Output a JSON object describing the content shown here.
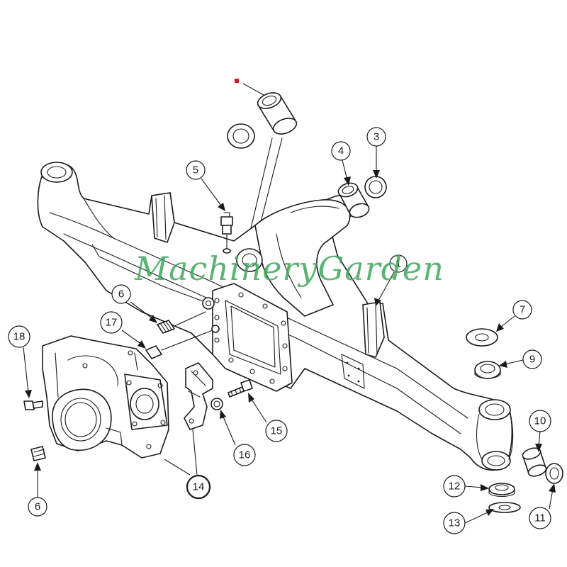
{
  "watermark": {
    "text": "MachineryGarden",
    "color": "#3fa65c"
  },
  "colors": {
    "line": "#1a1a1a",
    "marker": "#c0202a",
    "background": "#ffffff"
  },
  "callouts": [
    {
      "id": "c1",
      "label": "1",
      "bold": false
    },
    {
      "id": "c3",
      "label": "3",
      "bold": false
    },
    {
      "id": "c4",
      "label": "4",
      "bold": false
    },
    {
      "id": "c5",
      "label": "5",
      "bold": false
    },
    {
      "id": "c6a",
      "label": "6",
      "bold": false
    },
    {
      "id": "c6b",
      "label": "6",
      "bold": false
    },
    {
      "id": "c7",
      "label": "7",
      "bold": false
    },
    {
      "id": "c9",
      "label": "9",
      "bold": false
    },
    {
      "id": "c10",
      "label": "10",
      "bold": false
    },
    {
      "id": "c11",
      "label": "11",
      "bold": false
    },
    {
      "id": "c12",
      "label": "12",
      "bold": false
    },
    {
      "id": "c13",
      "label": "13",
      "bold": false
    },
    {
      "id": "c14",
      "label": "14",
      "bold": true
    },
    {
      "id": "c15",
      "label": "15",
      "bold": false
    },
    {
      "id": "c16",
      "label": "16",
      "bold": false
    },
    {
      "id": "c17",
      "label": "17",
      "bold": false
    },
    {
      "id": "c18",
      "label": "18",
      "bold": false
    }
  ]
}
